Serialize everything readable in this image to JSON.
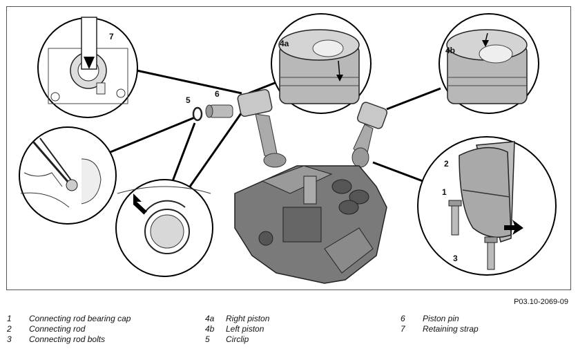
{
  "figure": {
    "reference": "P03.10-2069-09",
    "callouts": {
      "c1": "1",
      "c2": "2",
      "c3": "3",
      "c4a": "4a",
      "c4b": "4b",
      "c5": "5",
      "c6": "6",
      "c7": "7"
    }
  },
  "legend": [
    {
      "num": "1",
      "text": "Connecting rod bearing cap"
    },
    {
      "num": "2",
      "text": "Connecting rod"
    },
    {
      "num": "3",
      "text": "Connecting rod bolts"
    },
    {
      "num": "4a",
      "text": "Right piston"
    },
    {
      "num": "4b",
      "text": "Left piston"
    },
    {
      "num": "5",
      "text": "Circlip"
    },
    {
      "num": "6",
      "text": "Piston pin"
    },
    {
      "num": "7",
      "text": "Retaining strap"
    }
  ]
}
